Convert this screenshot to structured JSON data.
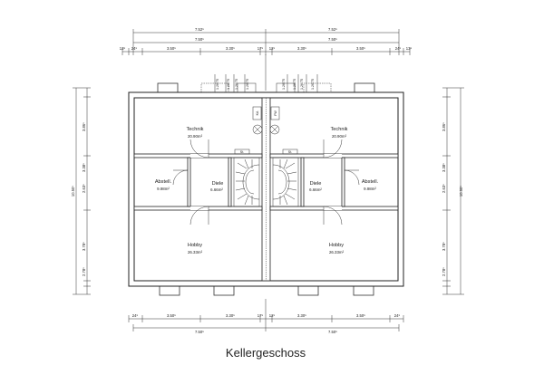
{
  "title": "Kellergeschoss",
  "top_dims": {
    "row1": [
      "7.52⁵",
      "7.52⁵"
    ],
    "row2": [
      "7.50⁵",
      "7.50⁵"
    ],
    "row3": [
      "13⁵",
      "24⁵",
      "3.50⁵",
      "3.30⁵",
      "17⁵",
      "12⁵",
      "3.30⁵",
      "3.50⁵",
      "24⁵",
      "13⁵"
    ]
  },
  "bottom_dims": {
    "row1": [
      "24⁵",
      "3.50⁵",
      "3.30⁵",
      "17⁵",
      "12⁵",
      "3.30⁵",
      "3.50⁵",
      "24⁵"
    ],
    "row2": [
      "7.50⁵",
      "7.50⁵"
    ]
  },
  "left_dims": {
    "total": "10.50⁵",
    "segments": [
      "3.86⁵",
      "3.38⁵",
      "2.63⁵",
      "3.78⁵",
      "2.78⁵"
    ]
  },
  "right_dims": {
    "total": "10.50⁵",
    "segments": [
      "3.86⁵",
      "3.38⁵",
      "2.63⁵",
      "3.78⁵",
      "2.78⁵"
    ]
  },
  "rooms": [
    {
      "name": "Technik",
      "area": "20.90m²"
    },
    {
      "name": "Technik",
      "area": "20.90m²"
    },
    {
      "name": "Abstell.",
      "area": "9.98m²"
    },
    {
      "name": "Diele",
      "area": "6.66m²"
    },
    {
      "name": "Diele",
      "area": "6.66m²"
    },
    {
      "name": "Abstell.",
      "area": "9.98m²"
    },
    {
      "name": "Hobby",
      "area": "26.33m²"
    },
    {
      "name": "Hobby",
      "area": "26.33m²"
    }
  ],
  "small_labels": {
    "ka": "KA",
    "fw": "FW",
    "stair": "St.",
    "window": "1.26/75"
  }
}
